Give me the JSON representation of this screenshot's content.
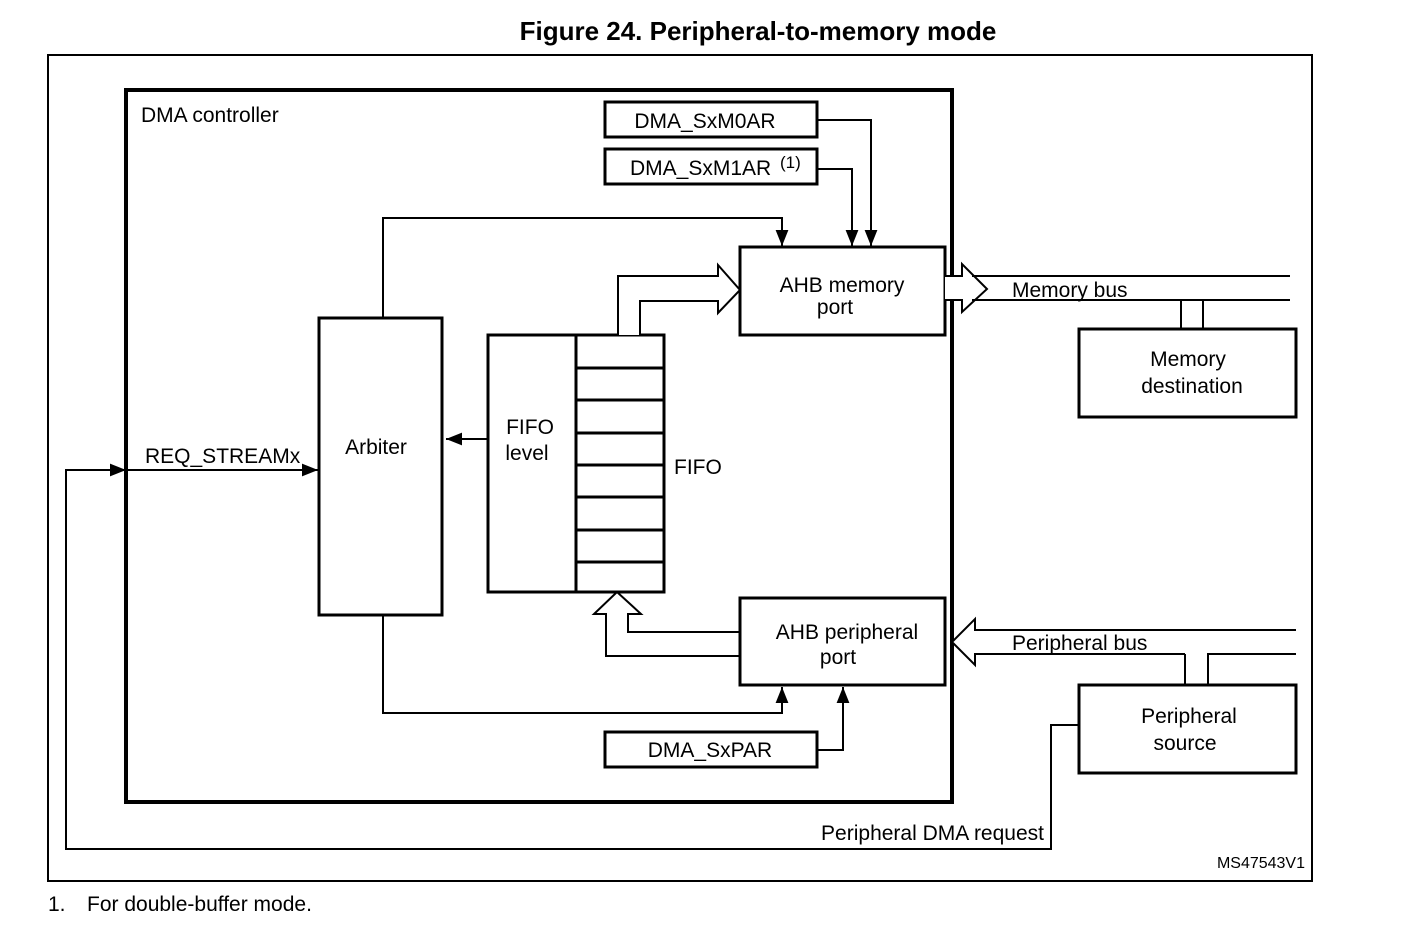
{
  "figure_title": "Figure 24. Peripheral-to-memory mode",
  "footnote": {
    "number": "1.",
    "text": "For double-buffer mode."
  },
  "figure_id": "MS47543V1",
  "labels": {
    "dma_controller": "DMA controller",
    "m0ar": "DMA_SxM0AR",
    "m1ar": "DMA_SxM1AR",
    "m1ar_note": "(1)",
    "ahb_memory_port_line1": "AHB memory",
    "ahb_memory_port_line2": "port",
    "memory_bus": "Memory bus",
    "memory_destination_line1": "Memory",
    "memory_destination_line2": "destination",
    "arbiter": "Arbiter",
    "fifo_level_line1": "FIFO",
    "fifo_level_line2": "level",
    "fifo": "FIFO",
    "req_stream": "REQ_STREAMx",
    "ahb_peripheral_port_line1": "AHB peripheral",
    "ahb_peripheral_port_line2": "port",
    "peripheral_bus": "Peripheral bus",
    "peripheral_source_line1": "Peripheral",
    "peripheral_source_line2": "source",
    "sxpar": "DMA_SxPAR",
    "peripheral_dma_request": "Peripheral DMA request"
  }
}
